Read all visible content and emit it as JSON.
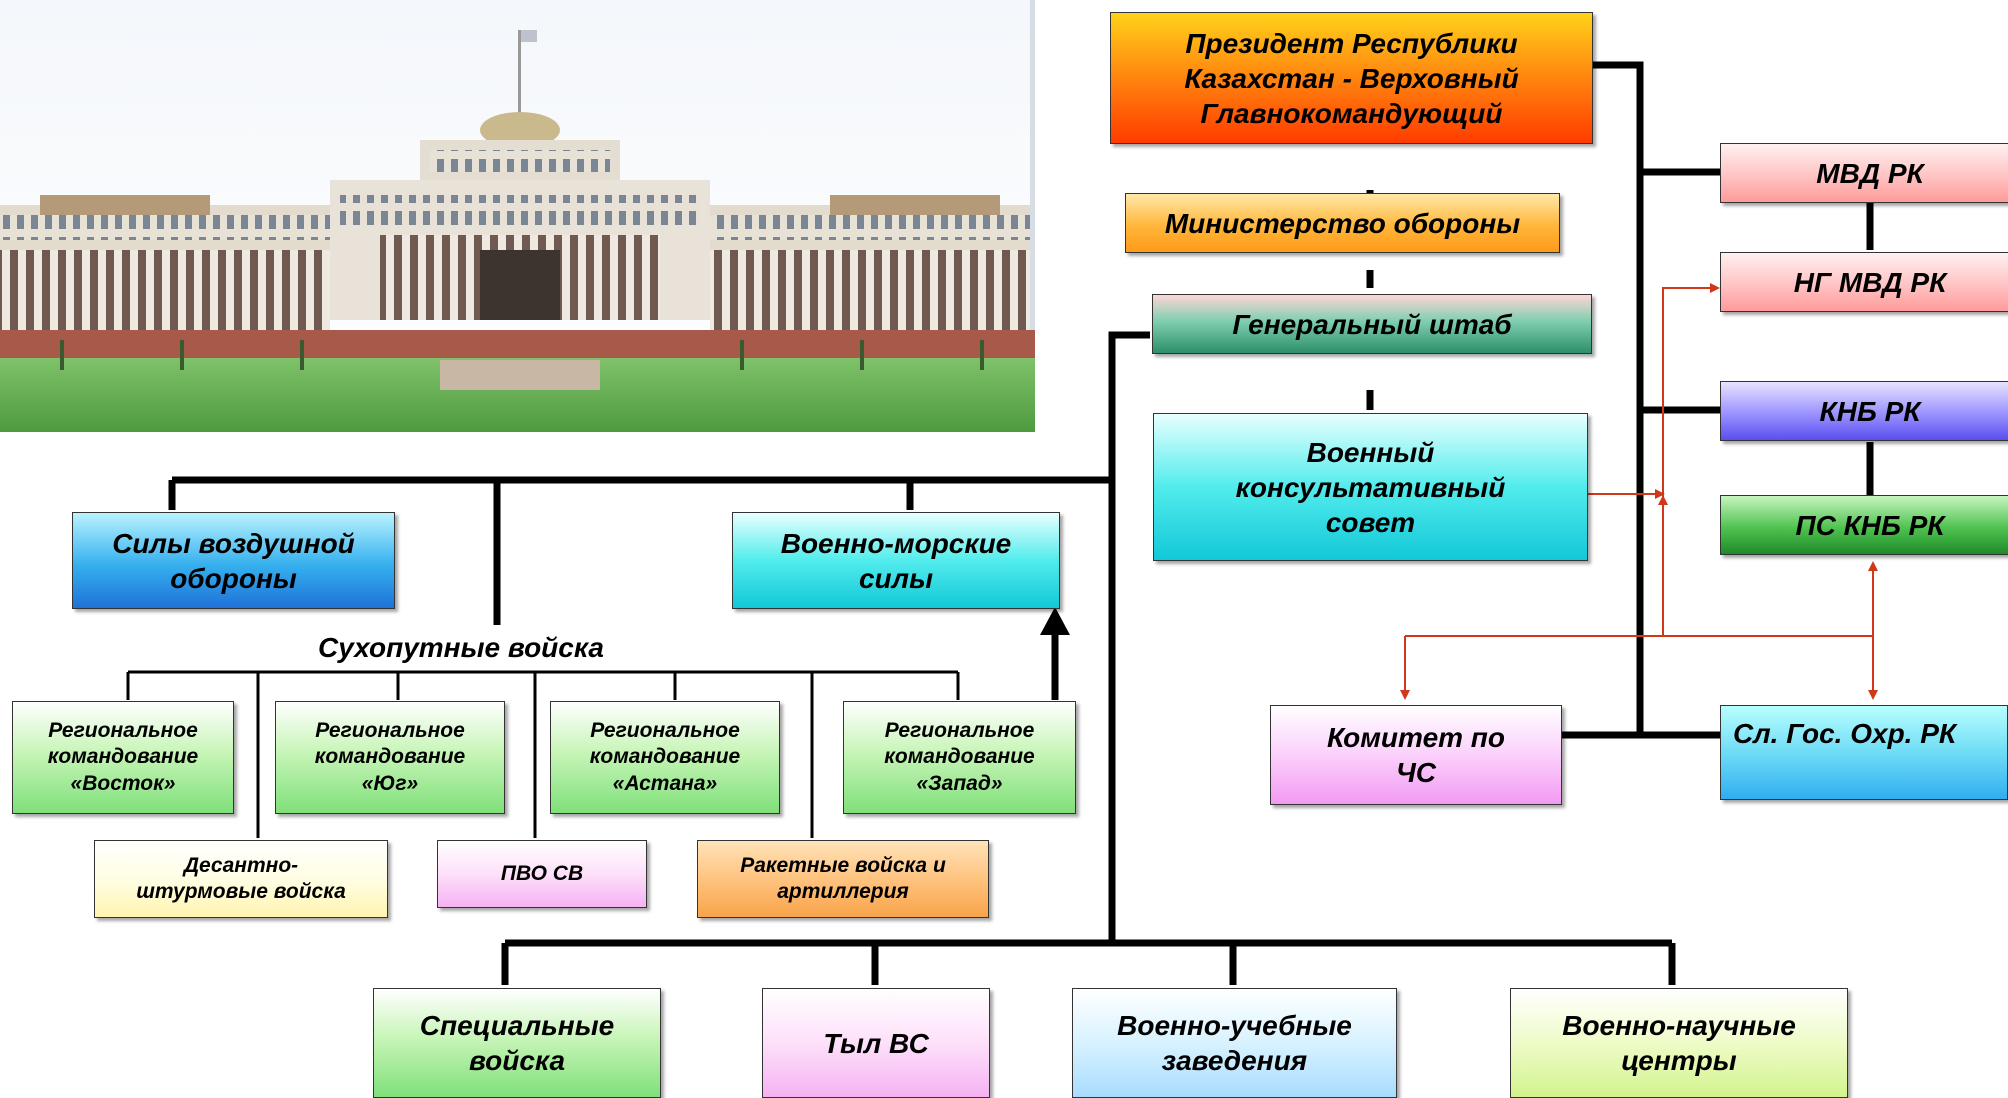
{
  "nodes": {
    "president": "Президент Республики\nКазахстан - Верховный\nГлавнокомандующий",
    "ministry": "Министерство обороны",
    "general_staff": "Генеральный штаб",
    "military_council": "Военный\nконсультативный\nсовет",
    "air_defense": "Силы воздушной\nобороны",
    "navy": "Военно-морские\nсилы",
    "land_forces": "Сухопутные войска",
    "rc_vostok": "Региональное\nкомандование\n«Восток»",
    "rc_yug": "Региональное\nкомандование\n«Юг»",
    "rc_astana": "Региональное\nкомандование\n«Астана»",
    "rc_zapad": "Региональное\nкомандование\n«Запад»",
    "airborne": "Десантно-\nштурмовые войска",
    "pvo_sv": "ПВО СВ",
    "rocket": "Ракетные войска и\nартиллерия",
    "special": "Специальные\nвойска",
    "rear": "Тыл  ВС",
    "schools": "Военно-учебные\nзаведения",
    "science": "Военно-научные\nцентры",
    "mvd": "МВД РК",
    "ng_mvd": "НГ МВД РК",
    "knb": "КНБ РК",
    "ps_knb": "ПС КНБ РК",
    "chs": "Комитет по\nЧС",
    "sgo": "Сл. Гос. Охр. РК"
  }
}
